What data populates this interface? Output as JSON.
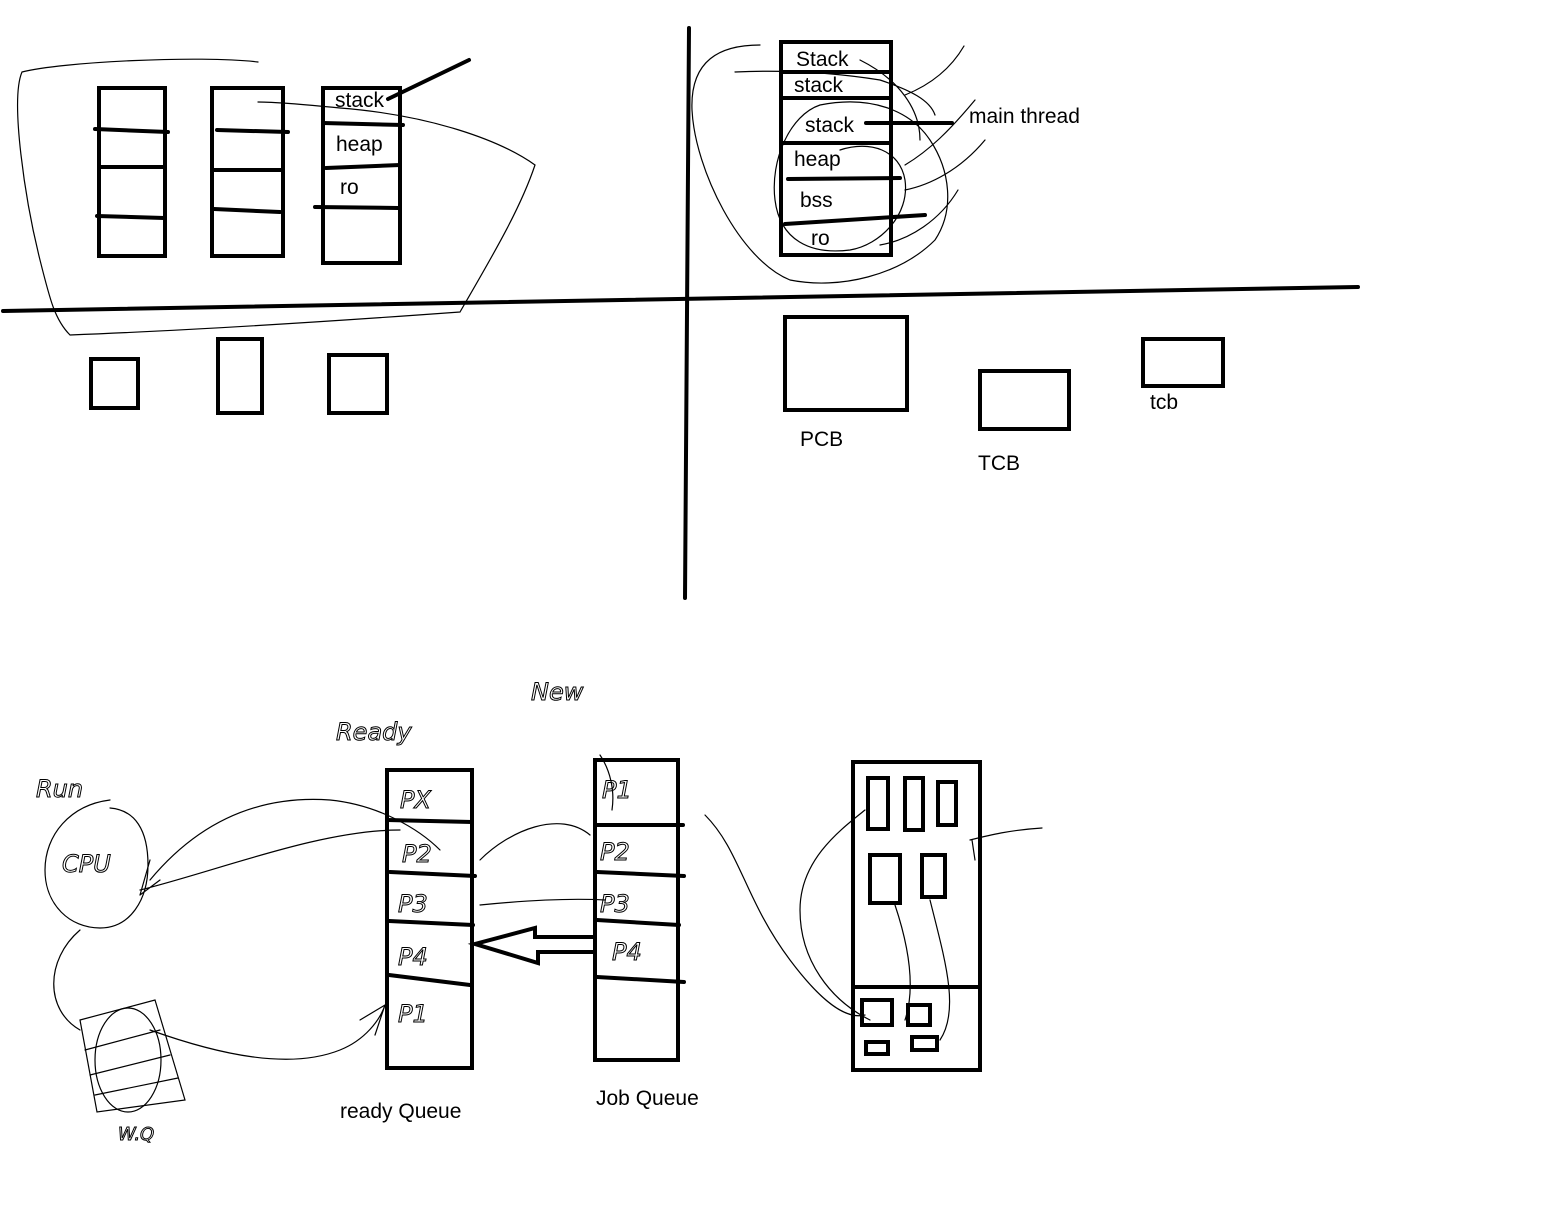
{
  "top_left": {
    "segments": [
      "stack",
      "heap",
      "ro"
    ]
  },
  "top_right": {
    "segments": [
      "Stack",
      "stack",
      "stack",
      "heap",
      "bss",
      "ro"
    ],
    "main_thread_label": "main thread"
  },
  "blocks": {
    "pcb_label": "PCB",
    "tcb_label": "TCB",
    "tcb_small_label": "tcb"
  },
  "bottom": {
    "ready_queue_label": "ready Queue",
    "job_queue_label": "Job Queue",
    "handwritten": {
      "run": "Run",
      "cpu": "CPU",
      "ready": "Ready",
      "new": "New",
      "wq": "W.Q"
    },
    "ready_items": [
      "PX",
      "P2",
      "P3",
      "P4",
      "P1"
    ],
    "job_items": [
      "P1",
      "P2",
      "P3",
      "P4"
    ]
  }
}
